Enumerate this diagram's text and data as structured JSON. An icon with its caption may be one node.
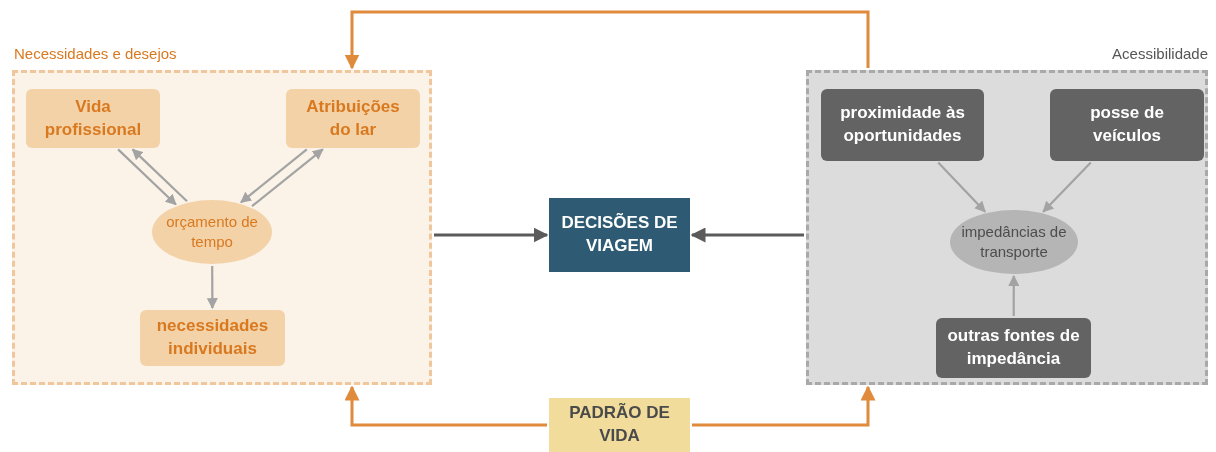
{
  "diagram": {
    "nodes": [
      {
        "text": [
          "Necessidades e desejos"
        ]
      },
      {
        "text": [
          "Vida profissional"
        ],
        "in": 0
      },
      {
        "text": [
          "Atribuições do lar"
        ],
        "in": 0
      },
      {
        "text": [
          "orçamento de tempo"
        ],
        "in": 0
      },
      {
        "text": [
          "necessidades individuais"
        ],
        "in": 0
      },
      {
        "text": [
          "DECISÕES DE VIAGEM"
        ]
      },
      {
        "text": [
          "Acessibilidade"
        ]
      },
      {
        "text": [
          "proximidade às oportunidades"
        ],
        "in": 6
      },
      {
        "text": [
          "posse de veículos"
        ],
        "in": 6
      },
      {
        "text": [
          "impedâncias de transporte"
        ],
        "in": 6
      },
      {
        "text": [
          "outras fontes de impedância"
        ],
        "in": 6
      },
      {
        "text": [
          "PADRÃO DE VIDA"
        ]
      }
    ],
    "edges": [
      {
        "from": 3,
        "to": 1,
        "arrow": "to"
      },
      {
        "from": 1,
        "to": 3,
        "arrow": "to"
      },
      {
        "from": 3,
        "to": 2,
        "arrow": "to"
      },
      {
        "from": 2,
        "to": 3,
        "arrow": "to"
      },
      {
        "from": 3,
        "to": 4,
        "arrow": "to"
      },
      {
        "from": 0,
        "to": 5,
        "arrow": "to",
        "color": "#5b5b5b"
      },
      {
        "from": 6,
        "to": 5,
        "arrow": "to",
        "color": "#5b5b5b"
      },
      {
        "from": 7,
        "to": 9,
        "arrow": "to"
      },
      {
        "from": 8,
        "to": 9,
        "arrow": "to"
      },
      {
        "from": 10,
        "to": 9,
        "arrow": "to"
      },
      {
        "from": 6,
        "to": 0,
        "arrow": "to",
        "color": "#e08a3c"
      },
      {
        "from": 11,
        "to": 0,
        "arrow": "to",
        "color": "#e08a3c"
      },
      {
        "from": 11,
        "to": 6,
        "arrow": "to",
        "color": "#e08a3c"
      }
    ]
  }
}
